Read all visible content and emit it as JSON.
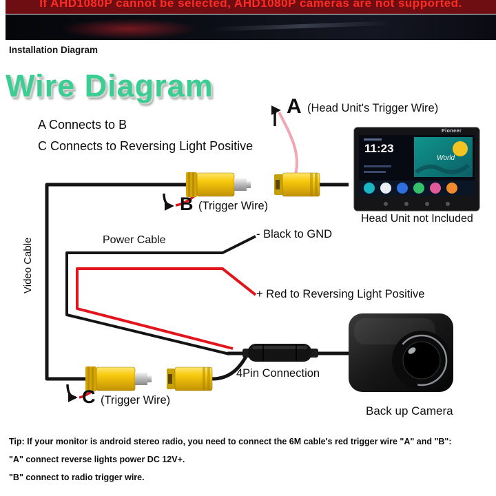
{
  "banner": {
    "text": "If AHD1080P cannot be selected, AHD1080P cameras are not supported.",
    "bg_color": "#6e0e12",
    "text_color": "#ff2b24"
  },
  "section": {
    "heading": "Installation Diagram"
  },
  "diagram": {
    "title": "Wire Diagram",
    "title_color": "#3bcd92",
    "instructions": [
      "A Connects to B",
      "C Connects to Reversing Light Positive"
    ],
    "point_a": {
      "letter": "A",
      "desc": "(Head Unit's Trigger Wire)"
    },
    "point_b": {
      "letter": "B",
      "desc": "(Trigger Wire)"
    },
    "point_c": {
      "letter": "C",
      "desc": "(Trigger Wire)"
    },
    "labels": {
      "video_cable": "Video Cable",
      "power_cable": "Power Cable",
      "black_gnd": "- Black to GND",
      "red_reversing": "+ Red to Reversing Light Positive",
      "four_pin": "4Pin Connection"
    },
    "head_unit": {
      "brand": "Pioneer",
      "clock": "11:23",
      "art_text": "World",
      "caption": "Head Unit not Included"
    },
    "camera": {
      "caption": "Back up Camera"
    },
    "colors": {
      "rca_yellow": "#f7c90d",
      "wire_red": "#e3151c",
      "wire_pink": "#f2a6b4",
      "cable_black": "#141414"
    }
  },
  "tips": {
    "line1": "Tip: If your monitor is android stereo radio, you need to connect the 6M cable's red trigger wire \"A\" and \"B\":",
    "line2": "\"A\" connect reverse lights power DC 12V+.",
    "line3": "\"B\" connect to radio trigger wire."
  }
}
